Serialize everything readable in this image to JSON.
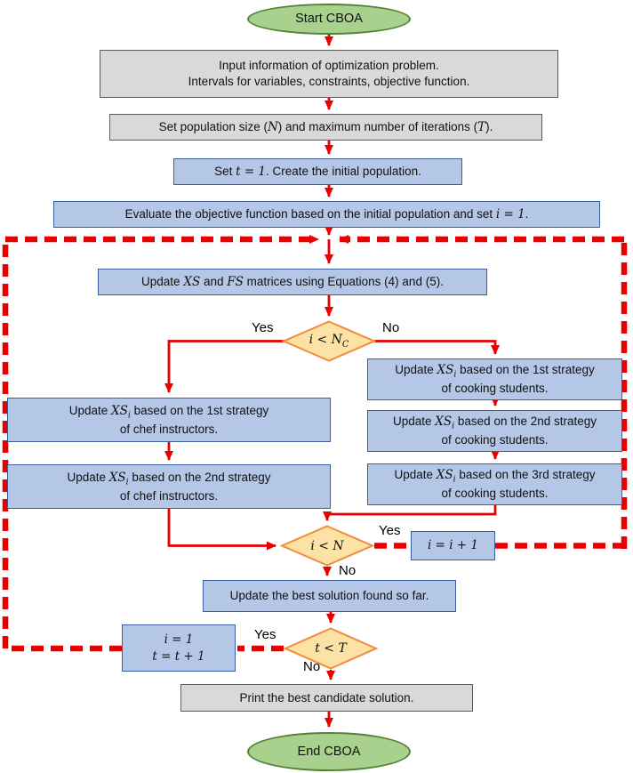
{
  "colors": {
    "terminator_fill": "#A9D18E",
    "terminator_border": "#538135",
    "io_fill": "#D9D9D9",
    "io_border": "#5B5B5B",
    "process_fill": "#B4C7E7",
    "process_border": "#3A5F9E",
    "decision_fill": "#FCE3A5",
    "decision_border": "#F08C3C",
    "arrow": "#E80000"
  },
  "nodes": {
    "start": {
      "label": "Start CBOA"
    },
    "input": {
      "label": "Input information of optimization problem.\nIntervals for variables, constraints, objective function."
    },
    "set_population": {
      "label": "Set population size ($N$) and maximum number of iterations ($T$)."
    },
    "init_population": {
      "label": "Set $t = 1$. Create the initial population."
    },
    "evaluate": {
      "label": "Evaluate the objective function based on the initial population and set $i = 1$."
    },
    "update_matrices": {
      "label": "Update $XS$ and $FS$ matrices using Equations (4) and (5)."
    },
    "decision_chef_or_student": {
      "label": "$i < N_C$"
    },
    "chef_strategy_1": {
      "label": "Update $XS_i$ based on the 1st strategy\nof chef instructors."
    },
    "chef_strategy_2": {
      "label": "Update $XS_i$ based on the 2nd strategy\nof chef instructors."
    },
    "student_strategy_1": {
      "label": "Update $XS_i$ based on the 1st strategy\nof cooking students."
    },
    "student_strategy_2": {
      "label": "Update $XS_i$ based on the 2nd strategy\nof cooking students."
    },
    "student_strategy_3": {
      "label": "Update $XS_i$ based on the 3rd strategy\nof cooking students."
    },
    "decision_population_loop": {
      "label": "$i < N$"
    },
    "increment_i": {
      "label": "$i = i + 1$"
    },
    "update_best": {
      "label": "Update the best solution found so far."
    },
    "decision_iteration_loop": {
      "label": "$t < T$"
    },
    "reset_counters": {
      "label": "$i = 1$\n$t = t + 1$"
    },
    "print_solution": {
      "label": "Print the best candidate solution."
    },
    "end": {
      "label": "End CBOA"
    }
  },
  "edge_labels": {
    "dec1_yes": "Yes",
    "dec1_no": "No",
    "dec2_yes": "Yes",
    "dec2_no": "No",
    "dec3_yes": "Yes",
    "dec3_no": "No"
  }
}
